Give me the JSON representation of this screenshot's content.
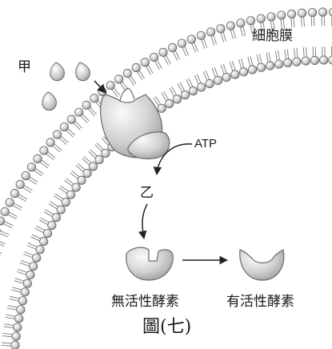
{
  "labels": {
    "membrane": "細胞膜",
    "substance_a": "甲",
    "atp": "ATP",
    "substance_b": "乙",
    "inactive_enzyme": "無活性酵素",
    "active_enzyme": "有活性酵素",
    "caption": "圖(七)"
  },
  "colors": {
    "head": "#d6d6d6",
    "head_stroke": "#5a5a5a",
    "tail": "#7a7a7a",
    "protein": "#cfcfcf",
    "arrow": "#222222"
  }
}
